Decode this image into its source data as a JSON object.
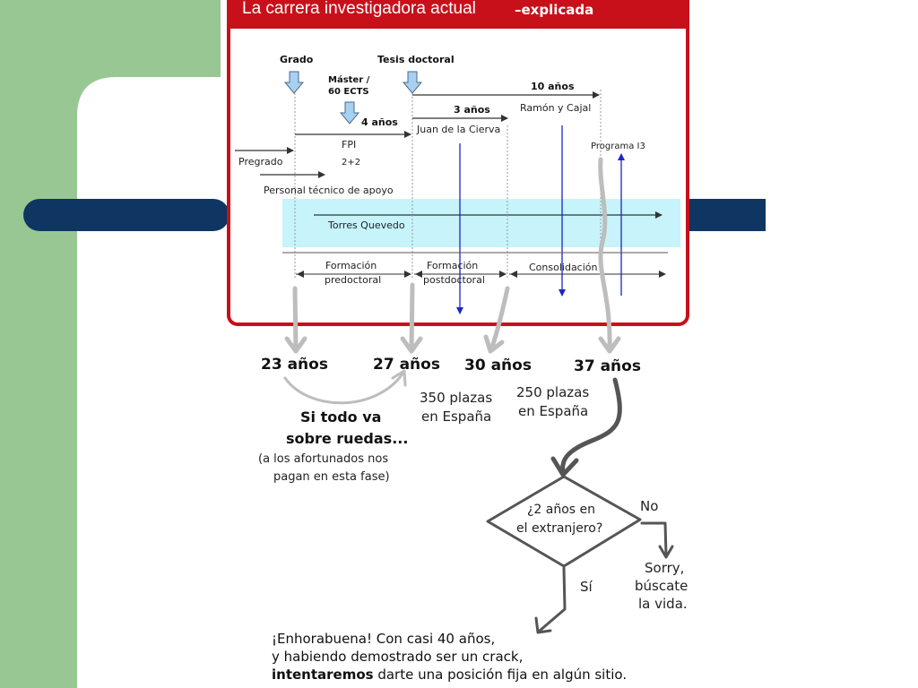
{
  "colors": {
    "green_band": "#99c794",
    "navy_bar": "#0f3562",
    "frame_red": "#c8101a",
    "cyan_band": "#c6f4fa",
    "blue_arrow": "#1a26c8",
    "grey_arrow": "#bdbdbd",
    "dark_arrow": "#555555"
  },
  "panel": {
    "title": "La carrera investigadora actual",
    "title_annotation": "–explicada",
    "grado": "Grado",
    "tesis": "Tesis doctoral",
    "master_1": "Máster /",
    "master_2": "60 ECTS",
    "cuatro_anos": "4 años",
    "tres_anos": "3 años",
    "diez_anos": "10 años",
    "juan_cierva": "Juan de la Cierva",
    "ramon_cajal": "Ramón y Cajal",
    "fpi": "FPI",
    "fpi_sub": "2+2",
    "pregrado": "Pregrado",
    "personal_tecnico": "Personal técnico de apoyo",
    "programa_i3": "Programa I3",
    "torres_quevedo": "Torres Quevedo",
    "formacion_predoc_1": "Formación",
    "formacion_predoc_2": "predoctoral",
    "formacion_postdoc_1": "Formación",
    "formacion_postdoc_2": "postdoctoral",
    "consolidacion": "Consolidación"
  },
  "ages": {
    "a23": "23 años",
    "a27": "27 años",
    "a30": "30 años",
    "a37": "37 años"
  },
  "notes": {
    "plazas_350_1": "350 plazas",
    "plazas_350_2": "en España",
    "plazas_250_1": "250 plazas",
    "plazas_250_2": "en España",
    "ruedas_1": "Si todo va",
    "ruedas_2": "sobre ruedas...",
    "afortunados_1": "(a los afortunados nos",
    "afortunados_2": "pagan en esta fase)"
  },
  "decision": {
    "question_1": "¿2 años en",
    "question_2": "el extranjero?",
    "no": "No",
    "si": "Sí",
    "sorry_1": "Sorry,",
    "sorry_2": "búscate",
    "sorry_3": "la vida."
  },
  "final": {
    "line1": "¡Enhorabuena! Con casi 40 años,",
    "line2": "y habiendo demostrado ser un crack,",
    "line3_bold": "intentaremos",
    "line3_rest": " darte una posición fija en algún sitio."
  }
}
